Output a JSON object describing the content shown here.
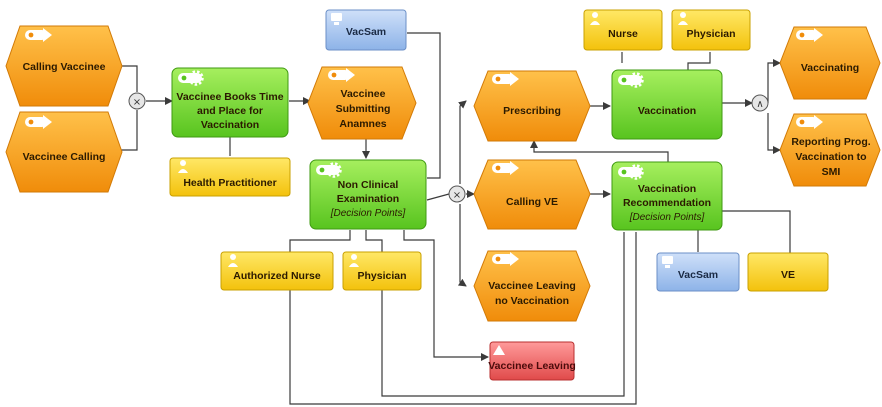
{
  "events": {
    "calling_vaccinee": "Calling Vaccinee",
    "vaccinee_calling": "Vaccinee Calling",
    "vaccinee_submitting_anamnes": [
      "Vaccinee",
      "Submitting",
      "Anamnes"
    ],
    "prescribing": "Prescribing",
    "calling_ve": "Calling VE",
    "vaccinee_leaving_no_vaccination": [
      "Vaccinee Leaving",
      "no Vaccination"
    ],
    "vaccinating": "Vaccinating",
    "reporting_prog": [
      "Reporting Prog.",
      "Vaccination to",
      "SMI"
    ]
  },
  "functions": {
    "books_time": [
      "Vaccinee Books Time",
      "and Place for",
      "Vaccination"
    ],
    "non_clinical": [
      "Non Clinical",
      "Examination",
      "[Decision Points]"
    ],
    "vaccination": "Vaccination",
    "vaccination_recommendation": [
      "Vaccination",
      "Recommendation",
      "[Decision Points]"
    ]
  },
  "roles": {
    "health_practitioner": "Health Practitioner",
    "authorized_nurse": "Authorized Nurse",
    "physician_left": "Physician",
    "nurse_top": "Nurse",
    "physician_top": "Physician",
    "ve": "VE"
  },
  "systems": {
    "vacsam_top": "VacSam",
    "vacsam_right": "VacSam"
  },
  "risks": {
    "vaccinee_leaving": "Vaccinee Leaving"
  },
  "colors": {
    "event": "#f5a21a",
    "function": "#7fd93a",
    "role": "#f9d31c",
    "system": "#a7c6ef",
    "risk": "#ee6b6b",
    "edge": "#3b3b3b"
  }
}
